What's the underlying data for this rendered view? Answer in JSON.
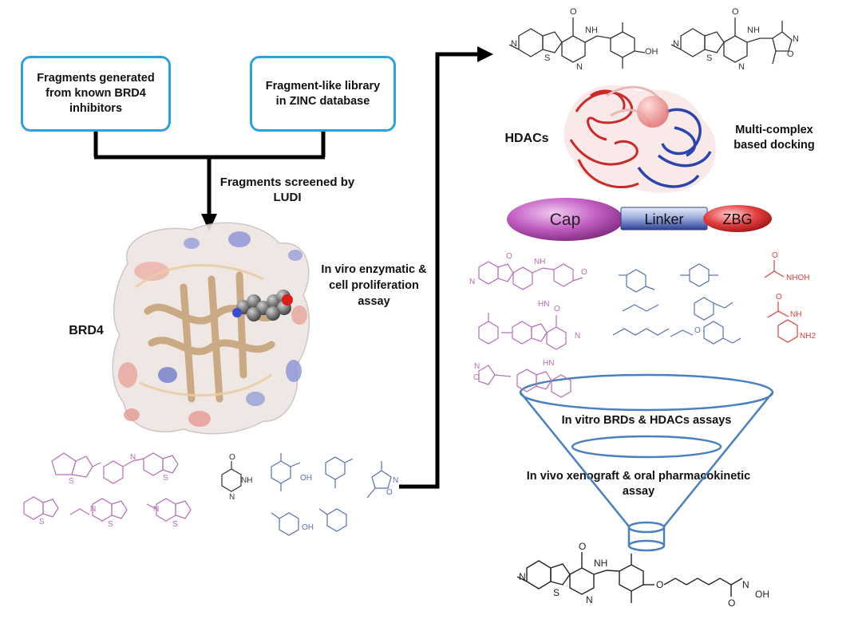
{
  "boxes": {
    "known_fragments": "Fragments generated from known BRD4 inhibitors",
    "zinc_library": "Fragment-like library in ZINC database"
  },
  "labels": {
    "screening": "Fragments screened by LUDI",
    "brd4": "BRD4",
    "assay": "In viro enzymatic & cell proliferation assay",
    "hdacs": "HDACs",
    "docking": "Multi-complex based docking"
  },
  "pharmacophore": {
    "cap": "Cap",
    "linker": "Linker",
    "zbg": "ZBG"
  },
  "funnel": {
    "stage1": "In vitro BRDs & HDACs assays",
    "stage2": "In vivo xenograft & oral pharmacokinetic assay"
  },
  "atoms": {
    "O": "O",
    "NH": "NH",
    "N": "N",
    "S": "S",
    "OH": "OH",
    "NHOH": "NHOH",
    "NH2": "NH2",
    "HN": "HN"
  },
  "colors": {
    "box_border": "#29a3e0",
    "cap": "#a54aa5",
    "linker": "#3a52a8",
    "zbg": "#d8282c",
    "fragment_pink": "#b36fb3",
    "fragment_blue": "#5b6fb0",
    "fragment_red": "#d9423d",
    "funnel": "#4a7fc0"
  }
}
